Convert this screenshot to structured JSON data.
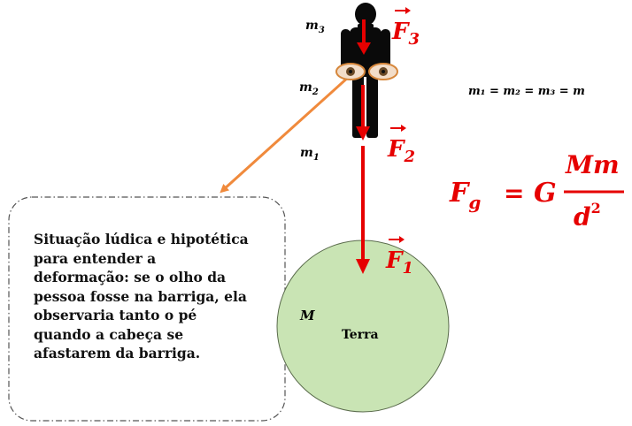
{
  "labels": {
    "m3": "m",
    "m3_sub": "3",
    "m2": "m",
    "m2_sub": "2",
    "m1": "m",
    "m1_sub": "1",
    "mass_equality": "m₁ = m₂ = m₃ = m",
    "earth_mass": "M",
    "earth_name": "Terra"
  },
  "forces": {
    "f3_letter": "F",
    "f3_sub": "3",
    "f2_letter": "F",
    "f2_sub": "2",
    "f1_letter": "F",
    "f1_sub": "1"
  },
  "formula": {
    "lhs": "F",
    "lhs_sub": "g",
    "equals": "=",
    "constant": "G",
    "numerator": "Mm",
    "denominator": "d",
    "exponent": "2"
  },
  "note": {
    "lines": [
      "Situação lúdica e hipotética",
      "para entender a",
      "deformação: se o olho da",
      "pessoa fosse na barriga, ela",
      "observaria tanto o pé",
      "quando a cabeça se",
      "afastarem da barriga."
    ]
  },
  "colors": {
    "force_red": "#e60000",
    "earth_fill": "#c9e4b4",
    "pointer_orange": "#f08a3c",
    "figure_black": "#0a0a0a"
  }
}
